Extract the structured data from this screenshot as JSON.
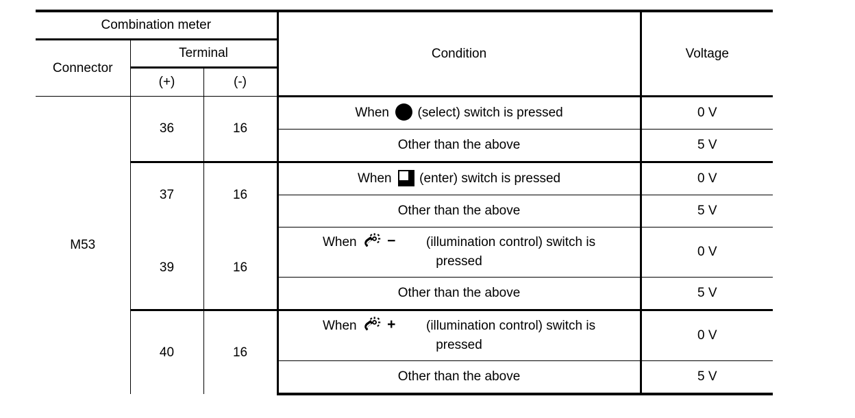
{
  "table": {
    "group_header": "Combination meter",
    "headers": {
      "connector": "Connector",
      "terminal": "Terminal",
      "terminal_plus": "(+)",
      "terminal_minus": "(-)",
      "condition": "Condition",
      "voltage": "Voltage"
    },
    "connector": "M53",
    "groups": [
      {
        "terminal_plus": "36",
        "terminal_minus": "16",
        "rows": [
          {
            "icon": "select-switch-icon",
            "condition_prefix": "When",
            "condition_suffix": "(select) switch is pressed",
            "condition_text": "When ● (select) switch is pressed",
            "voltage": "0 V"
          },
          {
            "icon": null,
            "condition_text": "Other than the above",
            "voltage": "5 V"
          }
        ]
      },
      {
        "terminal_plus": "37",
        "terminal_minus": "16",
        "rows": [
          {
            "icon": "enter-switch-icon",
            "condition_prefix": "When",
            "condition_suffix": "(enter) switch is pressed",
            "condition_text": "When ■ (enter) switch is pressed",
            "voltage": "0 V"
          },
          {
            "icon": null,
            "condition_text": "Other than the above",
            "voltage": "5 V"
          }
        ]
      },
      {
        "terminal_plus": "39",
        "terminal_minus": "16",
        "rows": [
          {
            "icon": "illumination-minus-icon",
            "icon_sign": "−",
            "condition_prefix": "When",
            "condition_suffix": "(illumination control) switch is",
            "condition_suffix2": "pressed",
            "condition_text": "When (illumination control) switch is pressed",
            "voltage": "0 V"
          },
          {
            "icon": null,
            "condition_text": "Other than the above",
            "voltage": "5 V"
          }
        ]
      },
      {
        "terminal_plus": "40",
        "terminal_minus": "16",
        "rows": [
          {
            "icon": "illumination-plus-icon",
            "icon_sign": "+",
            "condition_prefix": "When",
            "condition_suffix": "(illumination control) switch is",
            "condition_suffix2": "pressed",
            "condition_text": "When (illumination control) switch is pressed",
            "voltage": "0 V"
          },
          {
            "icon": null,
            "condition_text": "Other than the above",
            "voltage": "5 V"
          }
        ]
      }
    ]
  },
  "colors": {
    "ink": "#000000",
    "paper": "#ffffff"
  }
}
